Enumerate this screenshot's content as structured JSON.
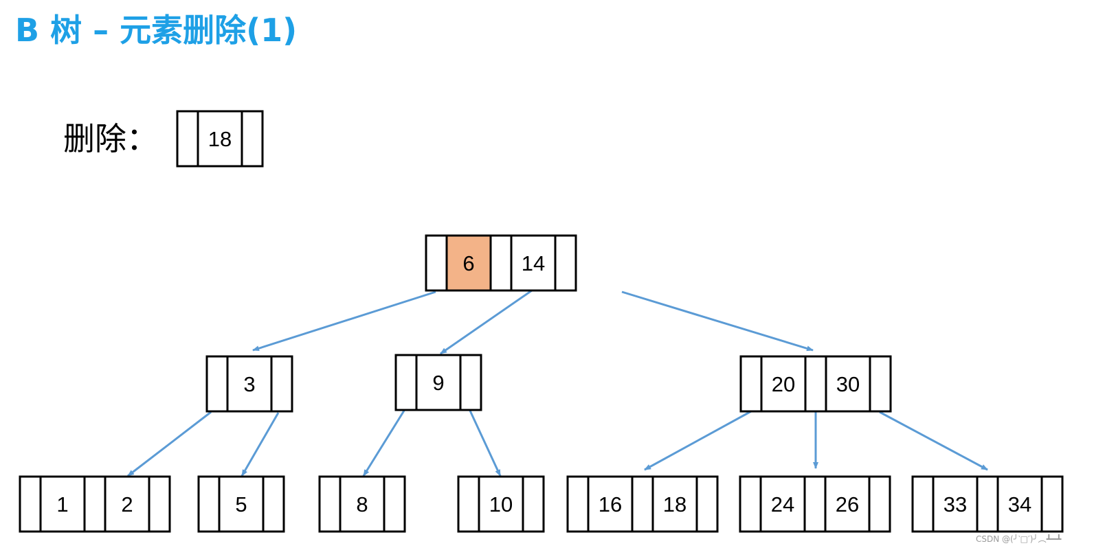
{
  "title": "B 树 – 元素删除(1)",
  "delete_label": "删除：",
  "delete_key": "18",
  "highlight_color": "#f3b388",
  "arrow_color": "#5b9bd5",
  "tree": {
    "id": "root",
    "keys": [
      "6",
      "14"
    ],
    "highlight": [
      0
    ],
    "children": [
      {
        "id": "n-3",
        "keys": [
          "3"
        ],
        "children": [
          {
            "id": "leaf-1-2",
            "keys": [
              "1",
              "2"
            ]
          },
          {
            "id": "leaf-5",
            "keys": [
              "5"
            ]
          }
        ]
      },
      {
        "id": "n-9",
        "keys": [
          "9"
        ],
        "children": [
          {
            "id": "leaf-8",
            "keys": [
              "8"
            ]
          },
          {
            "id": "leaf-10",
            "keys": [
              "10"
            ]
          }
        ]
      },
      {
        "id": "n-20-30",
        "keys": [
          "20",
          "30"
        ],
        "children": [
          {
            "id": "leaf-16-18",
            "keys": [
              "16",
              "18"
            ]
          },
          {
            "id": "leaf-24-26",
            "keys": [
              "24",
              "26"
            ]
          },
          {
            "id": "leaf-33-34",
            "keys": [
              "33",
              "34"
            ]
          }
        ]
      }
    ]
  },
  "watermark": "CSDN @(╯‵□′)╯︵┻━┻"
}
